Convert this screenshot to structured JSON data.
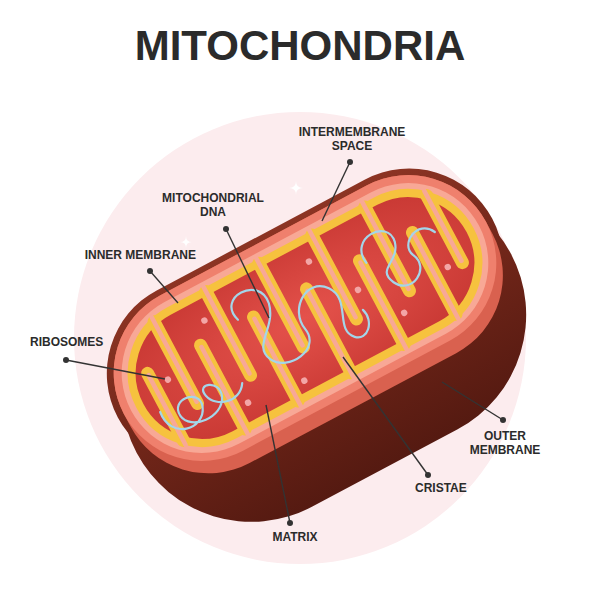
{
  "diagram": {
    "title": "MITOCHONDRIA",
    "labels": [
      "INTERMEMBRANE SPACE",
      "MITOCHONDRIAL DNA",
      "INNER MEMBRANE",
      "RIBOSOMES",
      "OUTER MEMBRANE",
      "CRISTAE",
      "MATRIX"
    ]
  }
}
